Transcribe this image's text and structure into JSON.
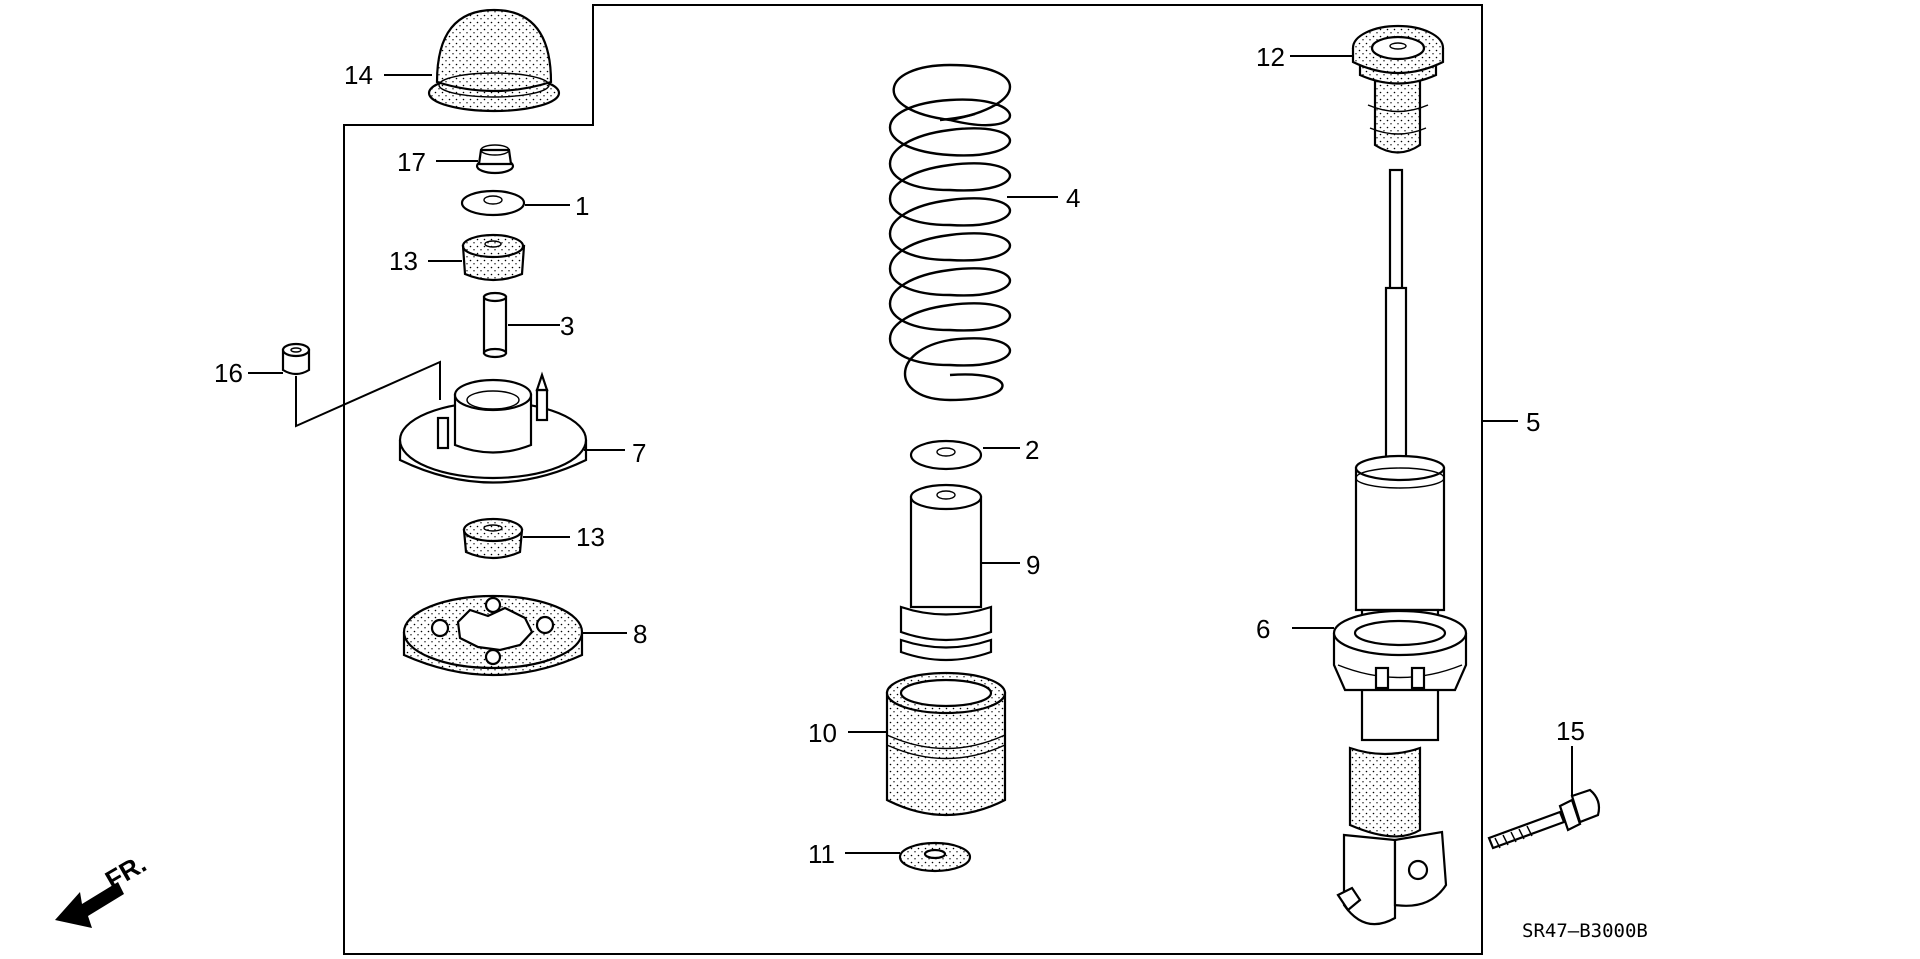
{
  "diagram": {
    "callouts": {
      "c1": "1",
      "c2": "2",
      "c3": "3",
      "c4": "4",
      "c5": "5",
      "c6": "6",
      "c7": "7",
      "c8": "8",
      "c9": "9",
      "c10": "10",
      "c11": "11",
      "c12": "12",
      "c13a": "13",
      "c13b": "13",
      "c14": "14",
      "c15": "15",
      "c16": "16",
      "c17": "17"
    },
    "direction_label": "FR.",
    "diagram_code": "SR47–B3000B"
  }
}
